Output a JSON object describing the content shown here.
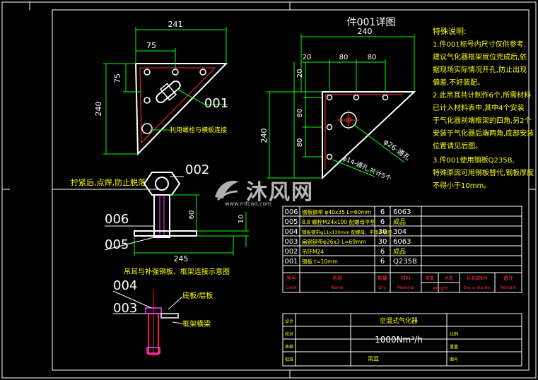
{
  "colors": {
    "background": "#000000",
    "outline": "#ffffff",
    "dimension": "#00ff00",
    "text_yellow": "#ffff00",
    "bolt_red": "#ff2020",
    "bolt_magenta": "#ff40ff",
    "hole_red": "#ff3030"
  },
  "top_left": {
    "dim_top": "241",
    "dim_inner": "75",
    "dim_left_small": "75",
    "dim_left": "240",
    "callout": "001",
    "note": "利用螺栓与横板连接"
  },
  "detail": {
    "title": "件001详图",
    "dim_width": "240",
    "dim_20": "20",
    "dim_80a": "80",
    "dim_80b": "80",
    "dim_v20": "20",
    "dim_v80a": "80",
    "dim_v80b": "80",
    "dim_height": "240",
    "hole_label": "φ26-通孔",
    "slot_label": "φ14-通孔,共计5个"
  },
  "notes": {
    "title": "特殊说明:",
    "lines": [
      "1.件001标号内尺寸仅供参考,",
      "建议气化器框架就位完成后,依",
      "据现场实际情况开孔,防止出现",
      "偏差,不好装配。",
      "2.此吊耳共计制作6个,所需材料",
      "已计入材料表中,其中4个安装",
      "于气化器前端框架的四角,另2个",
      "安装于气化器后端两角,底部安装",
      "位置请见后图。",
      "3.件001使用钢板Q235B,",
      "特殊原因可用钢板替代,钢板厚度",
      "不得小于10mm。"
    ]
  },
  "assembly": {
    "tighten_note": "拧紧后,点焊,防止脱落",
    "callout_002": "002",
    "callout_006": "006",
    "callout_005": "005",
    "dim_60": "60",
    "dim_10": "10",
    "dim_245": "245",
    "caption": "吊耳与补强钢板、框架连接示意图"
  },
  "lower_left": {
    "callout_004": "004",
    "callout_003": "003",
    "label_base": "底板/层板",
    "label_frame": "框架横梁"
  },
  "bom": {
    "rows": [
      {
        "no": "006",
        "name": "钢板钢带 φ40x35 L=60mm",
        "qty": "6",
        "material": "6063"
      },
      {
        "no": "005",
        "name": "8.8 螺栓M24x100 配螺母平垫",
        "qty": "6",
        "material": "成品"
      },
      {
        "no": "004",
        "name": "钢板钢带φ11x130mm 配螺母、平垫与弹垫",
        "qty": "30",
        "material": "304"
      },
      {
        "no": "003",
        "name": "扁钢钢带φ26x3 L=69mm",
        "qty": "30",
        "material": "6063"
      },
      {
        "no": "002",
        "name": "吊环M24",
        "qty": "6",
        "material": "成品"
      },
      {
        "no": "001",
        "name": "钢板 t=10mm",
        "qty": "6",
        "material": "Q235B"
      }
    ],
    "header": {
      "no_cn": "序号",
      "no_en": "Code",
      "name_cn": "名称",
      "name_en": "Name",
      "qty_cn": "数量",
      "qty_en": "Qty.",
      "mat_cn": "材料",
      "mat_en": "Material",
      "unit_cn": "单重",
      "total_cn": "总重",
      "weight_en": "Weight",
      "std_cn": "标准或图号",
      "std_en": "Drg.or Std.No.",
      "remark_cn": "备注",
      "remark_en": "Remark"
    }
  },
  "titleblock": {
    "r1c1": "设计",
    "product": "空温式气化器",
    "r2c1": "校对",
    "capacity": "1000Nm³/h",
    "r2c3": "比例",
    "r3c1": "审核",
    "r3c3": "重量",
    "r4c1": "批准",
    "part": "吊耳",
    "r4c3": "图号"
  },
  "watermark": {
    "text": "沐风网",
    "url": "www.mfcad.com"
  }
}
